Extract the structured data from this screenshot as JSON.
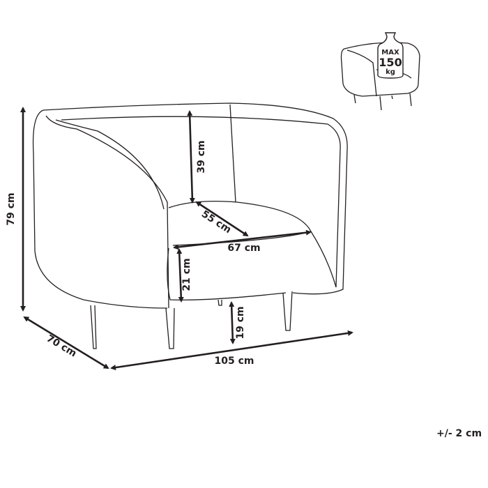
{
  "dimensions": {
    "height": "79 cm",
    "depth": "70 cm",
    "width": "105 cm",
    "back_height": "39 cm",
    "seat_depth": "55 cm",
    "seat_width": "67 cm",
    "seat_thickness": "21 cm",
    "leg_height": "19 cm"
  },
  "tolerance": "+/- 2 cm",
  "max_load": {
    "label": "MAX",
    "value": "150",
    "unit": "kg"
  },
  "colors": {
    "ink": "#231f20",
    "background": "#ffffff"
  }
}
